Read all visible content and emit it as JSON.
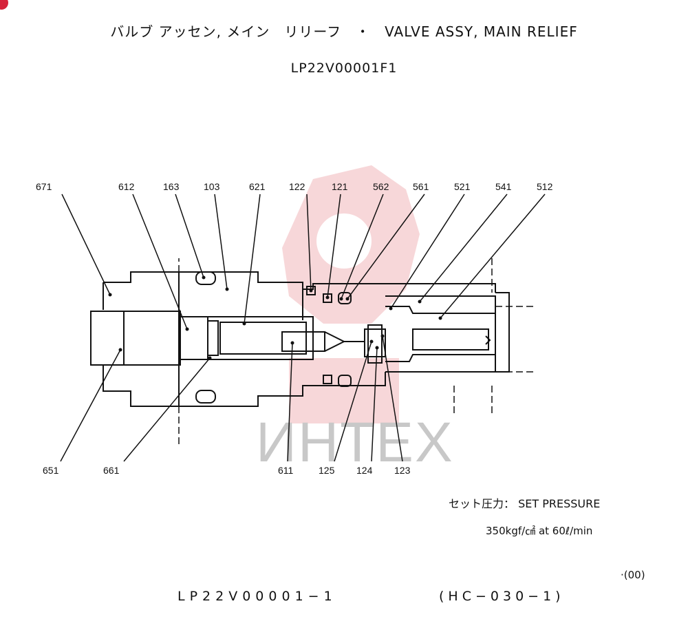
{
  "title": "バルブ アッセン, メイン　リリーフ　・　VALVE ASSY, MAIN RELIEF",
  "part_number": "LP22V00001F1",
  "set_pressure_label": "セット圧力：  SET PRESSURE",
  "set_pressure_value": "350kgf/㎠  at  60ℓ/min",
  "revision": "·(00)",
  "footer_code": "LP22V00001−1",
  "footer_ref": "(HC−030−1)",
  "watermark_text": "ИНТЕХ",
  "colors": {
    "line": "#111111",
    "watermark_red": "#f3c4c8",
    "watermark_gray": "#c8c8c8",
    "corner_mark": "#d6233a"
  },
  "callouts": [
    {
      "id": "671",
      "label": "671"
    },
    {
      "id": "612",
      "label": "612"
    },
    {
      "id": "163",
      "label": "163"
    },
    {
      "id": "103",
      "label": "103"
    },
    {
      "id": "621",
      "label": "621"
    },
    {
      "id": "122",
      "label": "122"
    },
    {
      "id": "121",
      "label": "121"
    },
    {
      "id": "562",
      "label": "562"
    },
    {
      "id": "561",
      "label": "561"
    },
    {
      "id": "521",
      "label": "521"
    },
    {
      "id": "541",
      "label": "541"
    },
    {
      "id": "512",
      "label": "512"
    },
    {
      "id": "651",
      "label": "651"
    },
    {
      "id": "661",
      "label": "661"
    },
    {
      "id": "611",
      "label": "611"
    },
    {
      "id": "125",
      "label": "125"
    },
    {
      "id": "124",
      "label": "124"
    },
    {
      "id": "123",
      "label": "123"
    }
  ]
}
